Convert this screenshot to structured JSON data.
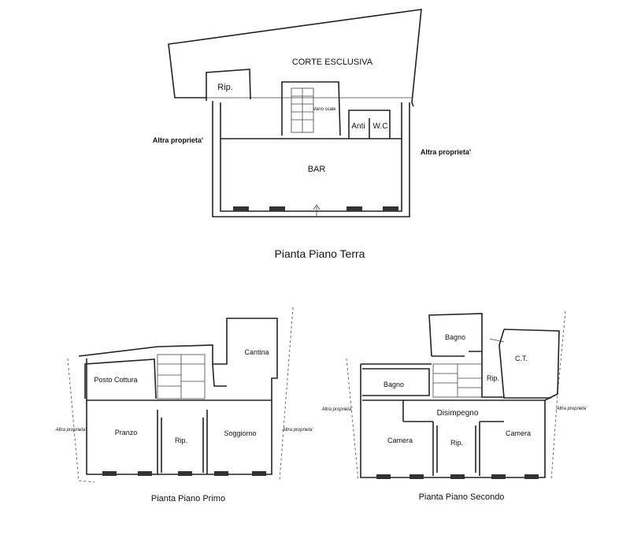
{
  "ground_floor": {
    "title": "Pianta Piano Terra",
    "rooms": {
      "court": "CORTE ESCLUSIVA",
      "storage": "Rip.",
      "stairwell": "Vano scale",
      "ante": "Anti",
      "wc": "W.C",
      "bar": "BAR"
    },
    "neighbors": {
      "left": "Altra proprieta'",
      "right": "Altra proprieta'"
    }
  },
  "first_floor": {
    "title": "Pianta Piano Primo",
    "rooms": {
      "kitchen": "Posto Cottura",
      "cellar": "Cantina",
      "dining": "Pranzo",
      "storage": "Rip.",
      "living": "Soggiorno"
    },
    "neighbors": {
      "left": "Altra proprieta'",
      "right": "Altra proprieta'"
    }
  },
  "second_floor": {
    "title": "Pianta Piano Secondo",
    "rooms": {
      "bath_top": "Bagno",
      "boiler": "C.T.",
      "bath_left": "Bagno",
      "storage_small": "Rip.",
      "hall": "Disimpegno",
      "bedroom_left": "Camera",
      "storage": "Rip.",
      "bedroom_right": "Camera"
    },
    "neighbors": {
      "left": "Altra proprieta'",
      "right": "Altra proprieta'"
    }
  }
}
